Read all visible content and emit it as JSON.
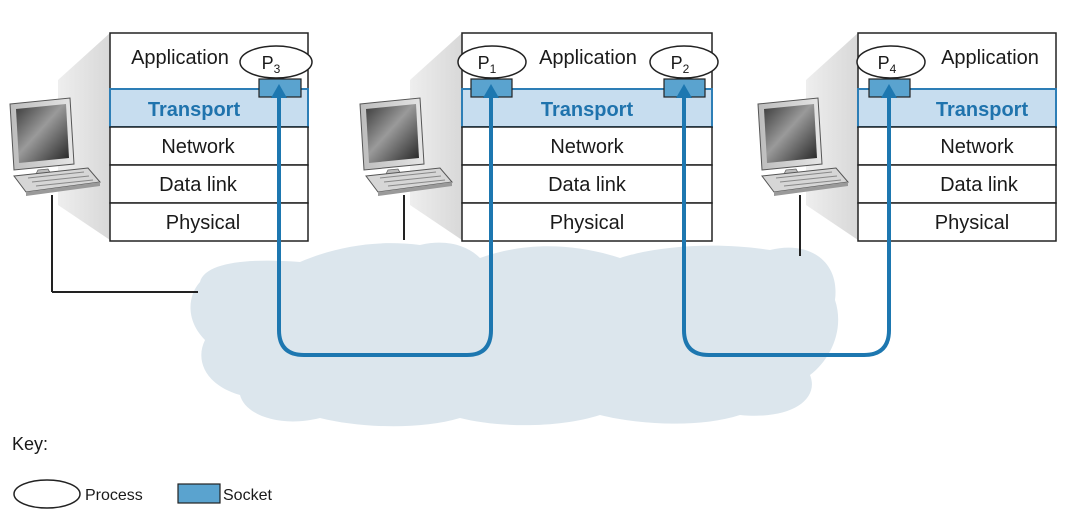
{
  "colors": {
    "transport_fill": "#c7ddef",
    "transport_stroke": "#2d7eb6",
    "transport_text": "#1f73ad",
    "socket_fill": "#5aa3cf",
    "path_color": "#1d77b0",
    "cloud_fill": "#dce6ed"
  },
  "layers": {
    "application": "Application",
    "transport": "Transport",
    "network": "Network",
    "data_link": "Data link",
    "physical": "Physical"
  },
  "processes": {
    "p3": {
      "letter": "P",
      "sub": "3"
    },
    "p1": {
      "letter": "P",
      "sub": "1"
    },
    "p2": {
      "letter": "P",
      "sub": "2"
    },
    "p4": {
      "letter": "P",
      "sub": "4"
    }
  },
  "key": {
    "title": "Key:",
    "process_label": "Process",
    "socket_label": "Socket"
  },
  "icons": [
    "monitor-icon",
    "keyboard-icon",
    "network-cloud"
  ]
}
